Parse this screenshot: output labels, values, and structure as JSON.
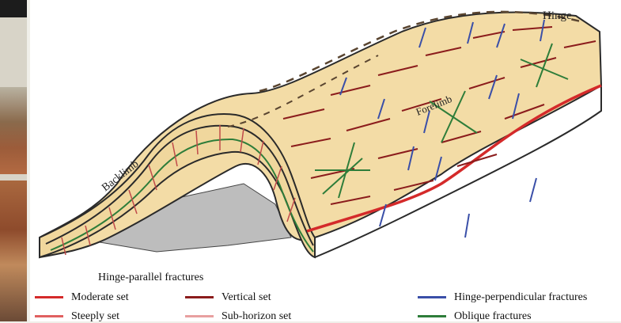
{
  "diagram": {
    "labels": {
      "hinge": "Hinge",
      "forelimb": "Forelimb",
      "backlimb": "Backlimb"
    },
    "legend": {
      "title": "Hinge-parallel fractures",
      "items": [
        {
          "label": "Moderate set",
          "color": "#d42a2a"
        },
        {
          "label": "Vertical set",
          "color": "#8b1c1c"
        },
        {
          "label": "Hinge-perpendicular fractures",
          "color": "#3a4fa8"
        },
        {
          "label": "Steeply set",
          "color": "#e06060"
        },
        {
          "label": "Sub-horizon set",
          "color": "#e8a0a0"
        },
        {
          "label": "Oblique fractures",
          "color": "#2e7d3a"
        }
      ]
    },
    "colors": {
      "rock_fill": "#f3dca6",
      "rock_outline": "#2a2a2a",
      "shadow": "#b9b9b9"
    }
  }
}
